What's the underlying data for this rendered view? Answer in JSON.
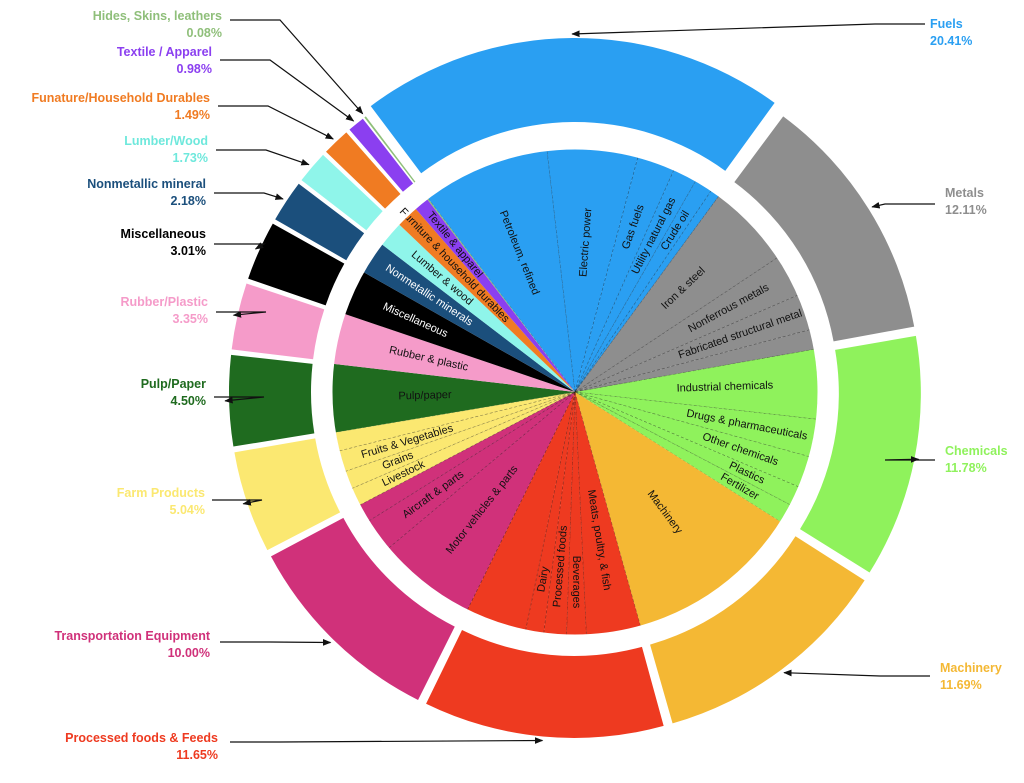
{
  "chart_data": {
    "type": "pie",
    "subtype": "sunburst",
    "title": "",
    "legend": "none",
    "categories": [
      {
        "name": "Fuels",
        "pct_label": "20.41%",
        "value": 20.41,
        "color": "#2a9ff2",
        "subs": [
          {
            "label": "Petroleum, refined",
            "value": 8.5
          },
          {
            "label": "Electric power",
            "value": 6.0
          },
          {
            "label": "Gas fuels",
            "value": 2.5
          },
          {
            "label": "Utility natural gas",
            "value": 1.6
          },
          {
            "label": "Crude oil",
            "value": 1.2
          },
          {
            "label": "",
            "value": 0.61
          }
        ]
      },
      {
        "name": "Metals",
        "pct_label": "12.11%",
        "value": 12.11,
        "color": "#8e8e8e",
        "subs": [
          {
            "label": "Iron & steel",
            "value": 5.6
          },
          {
            "label": "Nonferrous metals",
            "value": 2.8
          },
          {
            "label": "Fabricated structural metal",
            "value": 2.4
          },
          {
            "label": "",
            "value": 1.31
          }
        ]
      },
      {
        "name": "Chemicals",
        "pct_label": "11.78%",
        "value": 11.78,
        "color": "#8ff25c",
        "subs": [
          {
            "label": "Industrial chemicals",
            "value": 4.6
          },
          {
            "label": "Drugs & pharmaceuticals",
            "value": 2.5
          },
          {
            "label": "Other chemicals",
            "value": 2.1
          },
          {
            "label": "Plastics",
            "value": 1.3
          },
          {
            "label": "Fertilizer",
            "value": 1.28
          }
        ]
      },
      {
        "name": "Machinery",
        "pct_label": "11.69%",
        "value": 11.69,
        "color": "#f4b834",
        "subs": [
          {
            "label": "Machinery",
            "value": 11.69
          }
        ]
      },
      {
        "name": "Processed foods & Feeds",
        "pct_label": "11.65%",
        "value": 11.65,
        "color": "#ee3a20",
        "subs": [
          {
            "label": "Meats, poultry, & fish",
            "value": 3.6
          },
          {
            "label": "Beverages",
            "value": 1.3
          },
          {
            "label": "Processed foods",
            "value": 1.5
          },
          {
            "label": "Dairy",
            "value": 1.2
          },
          {
            "label": "",
            "value": 4.05
          }
        ]
      },
      {
        "name": "Transportation Equipment",
        "pct_label": "10.00%",
        "value": 10.0,
        "color": "#d0317a",
        "subs": [
          {
            "label": "Motor vehicles & parts",
            "value": 6.6
          },
          {
            "label": "Aircraft & parts",
            "value": 2.2
          },
          {
            "label": "",
            "value": 1.2
          }
        ]
      },
      {
        "name": "Farm Products",
        "pct_label": "5.04%",
        "value": 5.04,
        "color": "#fbe871",
        "subs": [
          {
            "label": "Livestock",
            "value": 1.2
          },
          {
            "label": "Grains",
            "value": 1.2
          },
          {
            "label": "Fruits & Vegetables",
            "value": 1.4
          },
          {
            "label": "",
            "value": 1.24
          }
        ]
      },
      {
        "name": "Pulp/Paper",
        "pct_label": "4.50%",
        "value": 4.5,
        "color": "#1f6b1f",
        "subs": [
          {
            "label": "Pulp/paper",
            "value": 4.5
          }
        ]
      },
      {
        "name": "Rubber/Plastic",
        "pct_label": "3.35%",
        "value": 3.35,
        "color": "#f59bc9",
        "subs": [
          {
            "label": "Rubber & plastic",
            "value": 3.35
          }
        ]
      },
      {
        "name": "Miscellaneous",
        "pct_label": "3.01%",
        "value": 3.01,
        "color": "#000000",
        "subs": [
          {
            "label": "Miscellaneous",
            "value": 3.01
          }
        ]
      },
      {
        "name": "Nonmetallic mineral",
        "pct_label": "2.18%",
        "value": 2.18,
        "color": "#1b4f7c",
        "subs": [
          {
            "label": "Nonmetallic minerals",
            "value": 2.18
          }
        ]
      },
      {
        "name": "Lumber/Wood",
        "pct_label": "1.73%",
        "value": 1.73,
        "color": "#8ff5ea",
        "subs": [
          {
            "label": "Lumber & wood",
            "value": 1.73
          }
        ]
      },
      {
        "name": "Funature/Household Durables",
        "pct_label": "1.49%",
        "value": 1.49,
        "color": "#f07b22",
        "subs": [
          {
            "label": "Furniture & household durables",
            "value": 1.49
          }
        ]
      },
      {
        "name": "Textile / Apparel",
        "pct_label": "0.98%",
        "value": 0.98,
        "color": "#8b3ff0",
        "subs": [
          {
            "label": "Textile & apparel",
            "value": 0.98
          }
        ]
      },
      {
        "name": "Hides, Skins, leathers",
        "pct_label": "0.08%",
        "value": 0.08,
        "color": "#8fbf7a",
        "subs": [
          {
            "label": "",
            "value": 0.08
          }
        ]
      }
    ]
  }
}
